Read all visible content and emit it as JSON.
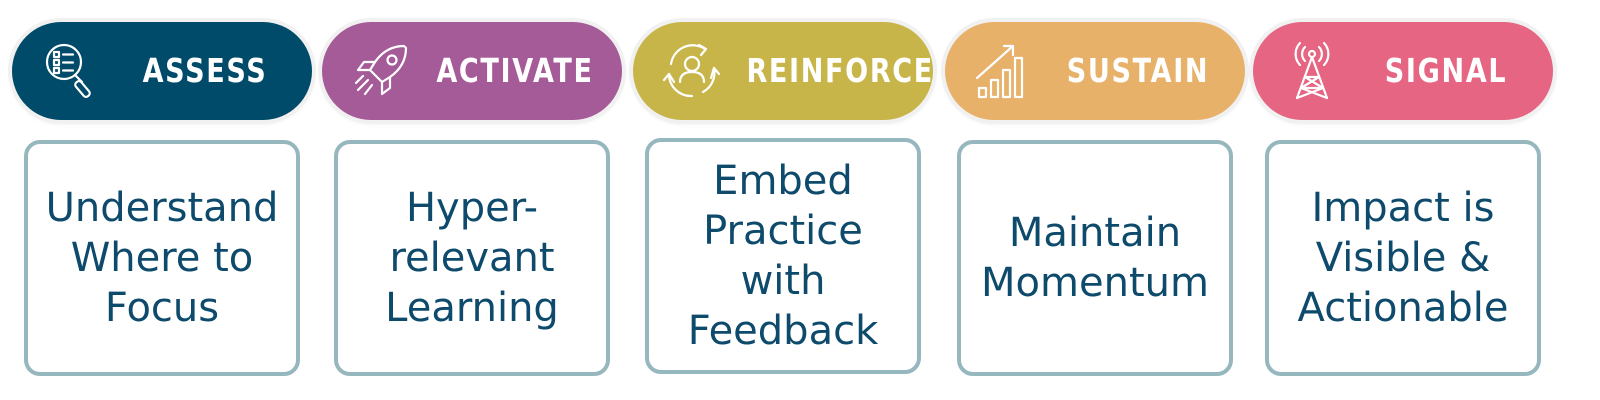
{
  "colors": {
    "assess": "#004a6a",
    "activate": "#a45b98",
    "reinforce": "#c8b54a",
    "sustain": "#e8b16a",
    "signal": "#e56582",
    "card_border": "#95b7bd",
    "card_text": "#0e4a6b"
  },
  "stages": [
    {
      "label": "ASSESS",
      "icon": "magnifier-checklist-icon",
      "text_lines": [
        "Understand",
        "Where to",
        "Focus"
      ]
    },
    {
      "label": "ACTIVATE",
      "icon": "rocket-icon",
      "text_lines": [
        "Hyper-",
        "relevant",
        "Learning"
      ]
    },
    {
      "label": "REINFORCE",
      "icon": "person-cycle-icon",
      "text_lines": [
        "Embed",
        "Practice",
        "with",
        "Feedback"
      ]
    },
    {
      "label": "SUSTAIN",
      "icon": "growth-chart-icon",
      "text_lines": [
        "Maintain",
        "Momentum"
      ]
    },
    {
      "label": "SIGNAL",
      "icon": "signal-tower-icon",
      "text_lines": [
        "Impact is",
        "Visible &",
        "Actionable"
      ]
    }
  ]
}
